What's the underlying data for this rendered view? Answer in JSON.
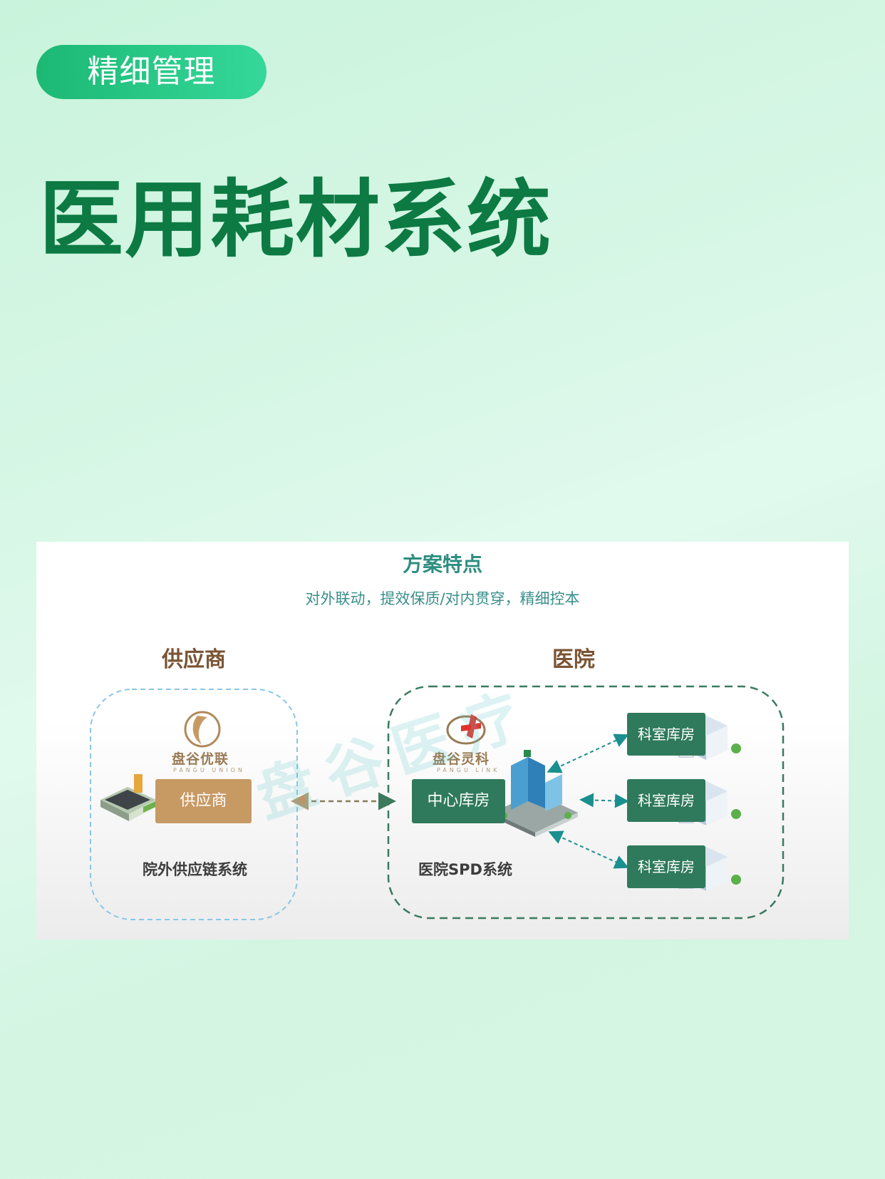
{
  "header": {
    "tag": "精细管理",
    "title": "医用耗材系统"
  },
  "diagram": {
    "feature_title": "方案特点",
    "feature_subtitle": "对外联动，提效保质/对内贯穿，精细控本",
    "supplier_group": {
      "label": "供应商",
      "logo_text": "盘谷优联",
      "logo_sub": "PANGU UNION",
      "box_label": "供应商",
      "system_label": "院外供应链系统"
    },
    "hospital_group": {
      "label": "医院",
      "logo_text": "盘谷灵科",
      "logo_sub": "PANGU LINK",
      "center_label": "中心库房",
      "system_label": "医院SPD系统",
      "departments": [
        "科室库房",
        "科室库房",
        "科室库房"
      ]
    },
    "watermark": "盘谷医疗",
    "colors": {
      "title_green": "#0d7a43",
      "dept_green": "#2f7a5c",
      "supplier_gold": "#c79a64",
      "teal_text": "#2e8e80",
      "brown_label": "#7a5434"
    }
  }
}
